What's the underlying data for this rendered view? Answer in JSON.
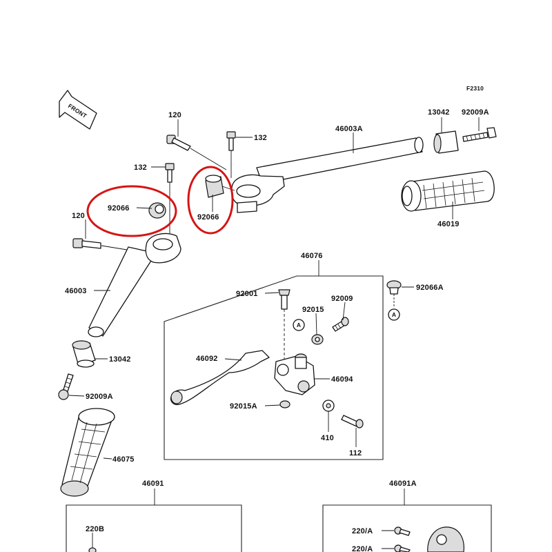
{
  "figure_code": "F2310",
  "front_label": "FRONT",
  "parts": [
    {
      "id": "p120_top",
      "label": "120"
    },
    {
      "id": "p132_top",
      "label": "132"
    },
    {
      "id": "p46003A",
      "label": "46003A"
    },
    {
      "id": "p13042_r",
      "label": "13042"
    },
    {
      "id": "p92009A_r",
      "label": "92009A"
    },
    {
      "id": "p132_left",
      "label": "132"
    },
    {
      "id": "p92066_left",
      "label": "92066"
    },
    {
      "id": "p92066_mid",
      "label": "92066"
    },
    {
      "id": "p46019",
      "label": "46019"
    },
    {
      "id": "p120_left",
      "label": "120"
    },
    {
      "id": "p46003",
      "label": "46003"
    },
    {
      "id": "p46076",
      "label": "46076"
    },
    {
      "id": "p92001",
      "label": "92001"
    },
    {
      "id": "p92009",
      "label": "92009"
    },
    {
      "id": "p92015",
      "label": "92015"
    },
    {
      "id": "p92066A",
      "label": "92066A"
    },
    {
      "id": "p46092",
      "label": "46092"
    },
    {
      "id": "p46094",
      "label": "46094"
    },
    {
      "id": "p13042_l",
      "label": "13042"
    },
    {
      "id": "p92015A",
      "label": "92015A"
    },
    {
      "id": "p92009A_l",
      "label": "92009A"
    },
    {
      "id": "p410",
      "label": "410"
    },
    {
      "id": "p112",
      "label": "112"
    },
    {
      "id": "p46075",
      "label": "46075"
    },
    {
      "id": "p46091",
      "label": "46091"
    },
    {
      "id": "p46091A",
      "label": "46091A"
    },
    {
      "id": "p220B",
      "label": "220B"
    },
    {
      "id": "p220A_1",
      "label": "220/A"
    },
    {
      "id": "p220A_2",
      "label": "220/A"
    }
  ],
  "ref_marks": [
    {
      "id": "refA_1",
      "label": "A"
    },
    {
      "id": "refA_2",
      "label": "A"
    }
  ],
  "highlight_color": "#d61414"
}
